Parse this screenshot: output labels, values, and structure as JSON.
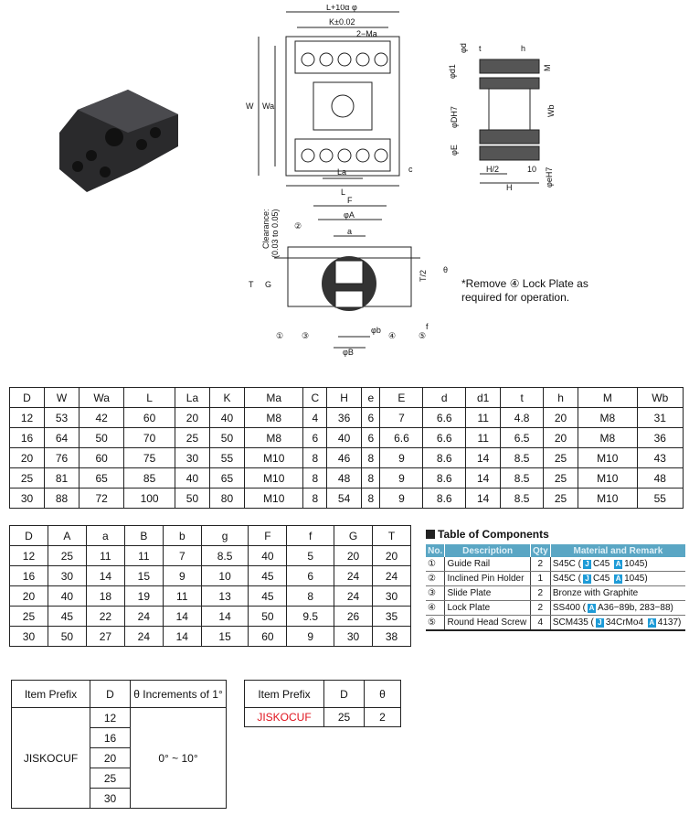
{
  "drawing_top": {
    "l_total": "L+10α φ",
    "k": "K±0.02",
    "ma": "2−Ma",
    "w": "W",
    "wa": "Wa",
    "la": "La",
    "l": "L",
    "c": "c"
  },
  "drawing_side": {
    "t": "t",
    "h": "h",
    "d": "φd",
    "d1": "φd1",
    "m": "M",
    "dh7": "φDH7",
    "wb": "Wb",
    "e": "φE",
    "h2": "H/2",
    "ten": "10",
    "H": "H",
    "eh7": "φeH7"
  },
  "drawing_section": {
    "f": "F",
    "a_dia": "φA",
    "a": "a",
    "clearance": "Clearance:",
    "clearance_range": "(0.03 to 0.05)",
    "t": "T",
    "g": "G",
    "t2": "T/2",
    "theta": "θ",
    "b": "φb",
    "B": "φB",
    "f_small": "f",
    "n1": "①",
    "n2": "②",
    "n3": "③",
    "n4": "④",
    "n5": "⑤"
  },
  "note": {
    "line1": "*Remove ④ Lock Plate as",
    "line2": "required for operation."
  },
  "table1": {
    "headers": [
      "D",
      "W",
      "Wa",
      "L",
      "La",
      "K",
      "Ma",
      "C",
      "H",
      "e",
      "E",
      "d",
      "d1",
      "t",
      "h",
      "M",
      "Wb"
    ],
    "rows": [
      [
        "12",
        "53",
        "42",
        "60",
        "20",
        "40",
        "M8",
        "4",
        "36",
        "6",
        "7",
        "6.6",
        "11",
        "4.8",
        "20",
        "M8",
        "31"
      ],
      [
        "16",
        "64",
        "50",
        "70",
        "25",
        "50",
        "M8",
        "6",
        "40",
        "6",
        "6.6",
        "6.6",
        "11",
        "6.5",
        "20",
        "M8",
        "36"
      ],
      [
        "20",
        "76",
        "60",
        "75",
        "30",
        "55",
        "M10",
        "8",
        "46",
        "8",
        "9",
        "8.6",
        "14",
        "8.5",
        "25",
        "M10",
        "43"
      ],
      [
        "25",
        "81",
        "65",
        "85",
        "40",
        "65",
        "M10",
        "8",
        "48",
        "8",
        "9",
        "8.6",
        "14",
        "8.5",
        "25",
        "M10",
        "48"
      ],
      [
        "30",
        "88",
        "72",
        "100",
        "50",
        "80",
        "M10",
        "8",
        "54",
        "8",
        "9",
        "8.6",
        "14",
        "8.5",
        "25",
        "M10",
        "55"
      ]
    ]
  },
  "table2": {
    "headers": [
      "D",
      "A",
      "a",
      "B",
      "b",
      "g",
      "F",
      "f",
      "G",
      "T"
    ],
    "rows": [
      [
        "12",
        "25",
        "11",
        "11",
        "7",
        "8.5",
        "40",
        "5",
        "20",
        "20"
      ],
      [
        "16",
        "30",
        "14",
        "15",
        "9",
        "10",
        "45",
        "6",
        "24",
        "24"
      ],
      [
        "20",
        "40",
        "18",
        "19",
        "11",
        "13",
        "45",
        "8",
        "24",
        "30"
      ],
      [
        "25",
        "45",
        "22",
        "24",
        "14",
        "14",
        "50",
        "9.5",
        "26",
        "35"
      ],
      [
        "30",
        "50",
        "27",
        "24",
        "14",
        "15",
        "60",
        "9",
        "30",
        "38"
      ]
    ]
  },
  "components": {
    "title": "Table of Components",
    "headers": [
      "No.",
      "Description",
      "Qty",
      "Material and Remark"
    ],
    "rows": [
      {
        "no": "①",
        "desc": "Guide Rail",
        "qty": "2",
        "mat": "S45C",
        "paren": [
          {
            "b": "J",
            "t": "C45"
          },
          {
            "b": "A",
            "t": "1045)"
          }
        ]
      },
      {
        "no": "②",
        "desc": "Inclined Pin Holder",
        "qty": "1",
        "mat": "S45C",
        "paren": [
          {
            "b": "J",
            "t": "C45"
          },
          {
            "b": "A",
            "t": "1045)"
          }
        ]
      },
      {
        "no": "③",
        "desc": "Slide Plate",
        "qty": "2",
        "mat": "Bronze with Graphite",
        "paren": []
      },
      {
        "no": "④",
        "desc": "Lock Plate",
        "qty": "2",
        "mat": "SS400",
        "paren": [
          {
            "b": "A",
            "t": "A36−89b, 283−88)"
          }
        ]
      },
      {
        "no": "⑤",
        "desc": "Round Head Screw",
        "qty": "4",
        "mat": "SCM435",
        "paren": [
          {
            "b": "J",
            "t": "34CrMo4"
          },
          {
            "b": "A",
            "t": "4137)"
          }
        ]
      }
    ]
  },
  "order1": {
    "h_prefix": "Item Prefix",
    "h_d": "D",
    "h_theta": "θ Increments of 1°",
    "prefix": "JISKOCUF",
    "d_values": [
      "12",
      "16",
      "20",
      "25",
      "30"
    ],
    "theta_range": "0° ~ 10°"
  },
  "order2": {
    "h_prefix": "Item Prefix",
    "h_d": "D",
    "h_theta": "θ",
    "prefix": "JISKOCUF",
    "d": "25",
    "theta": "2"
  }
}
